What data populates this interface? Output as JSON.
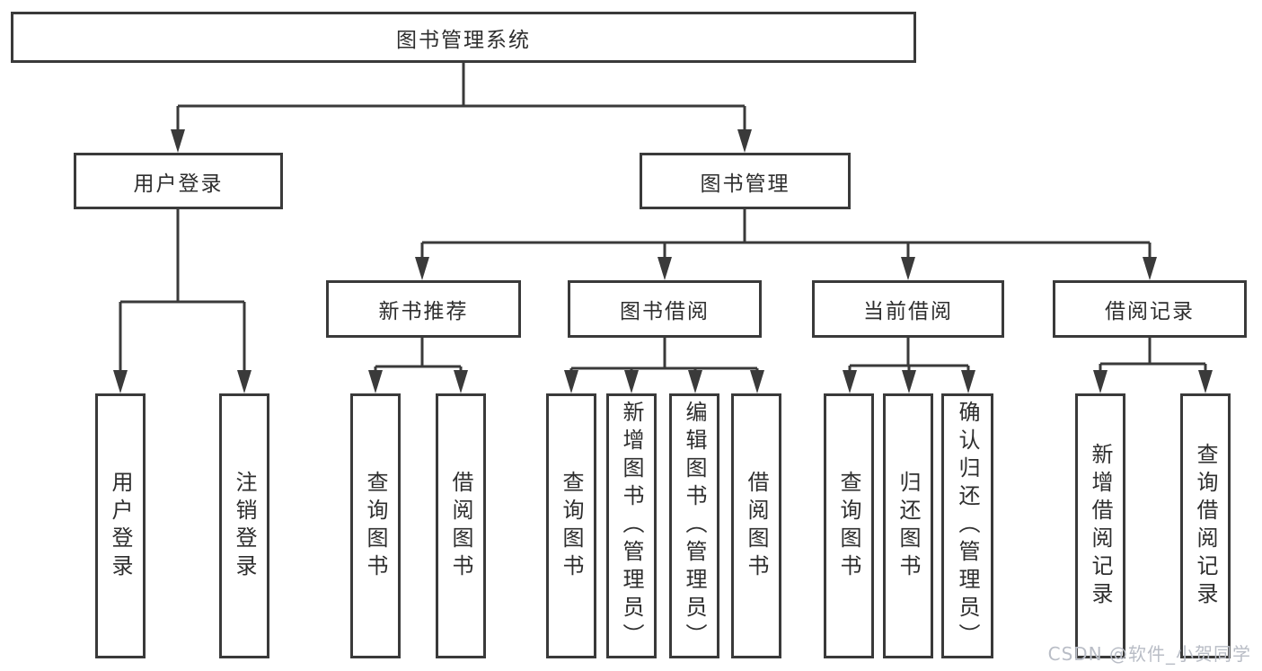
{
  "tree": {
    "label": "图书管理系统",
    "children": [
      {
        "label": "用户登录",
        "children": [
          {
            "label": "用户登录"
          },
          {
            "label": "注销登录"
          }
        ]
      },
      {
        "label": "图书管理",
        "children": [
          {
            "label": "新书推荐",
            "children": [
              {
                "label": "查询图书"
              },
              {
                "label": "借阅图书"
              }
            ]
          },
          {
            "label": "图书借阅",
            "children": [
              {
                "label": "查询图书"
              },
              {
                "label": "新增图书（管理员）"
              },
              {
                "label": "编辑图书（管理员）"
              },
              {
                "label": "借阅图书"
              }
            ]
          },
          {
            "label": "当前借阅",
            "children": [
              {
                "label": "查询图书"
              },
              {
                "label": "归还图书"
              },
              {
                "label": "确认归还（管理员）"
              }
            ]
          },
          {
            "label": "借阅记录",
            "children": [
              {
                "label": "新增借阅记录"
              },
              {
                "label": "查询借阅记录"
              }
            ]
          }
        ]
      }
    ]
  },
  "watermark": {
    "text": "CSDN @软件_小贺同学"
  },
  "colors": {
    "line": "#3a3a3a",
    "box_bg": "#ffffff",
    "text": "#2e2e2e",
    "watermark": "#b9bdc6"
  }
}
